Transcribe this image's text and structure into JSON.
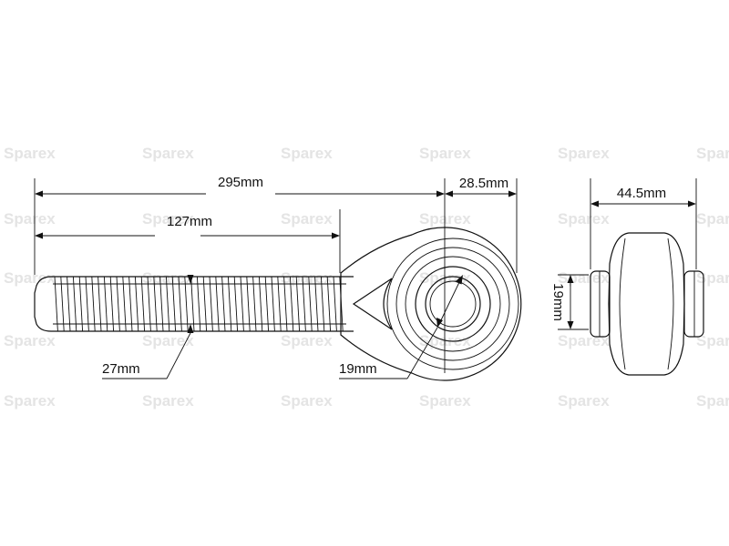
{
  "watermark": {
    "text": "Sparex"
  },
  "dimensions": {
    "overall_length": "295mm",
    "thread_length": "127mm",
    "eye_offset": "28.5mm",
    "thread_diameter": "27mm",
    "bore_diameter": "19mm",
    "ball_width": "44.5mm",
    "bore_height": "19mm"
  },
  "colors": {
    "line": "#111111",
    "watermark": "#e4e4e4",
    "background": "#ffffff"
  }
}
